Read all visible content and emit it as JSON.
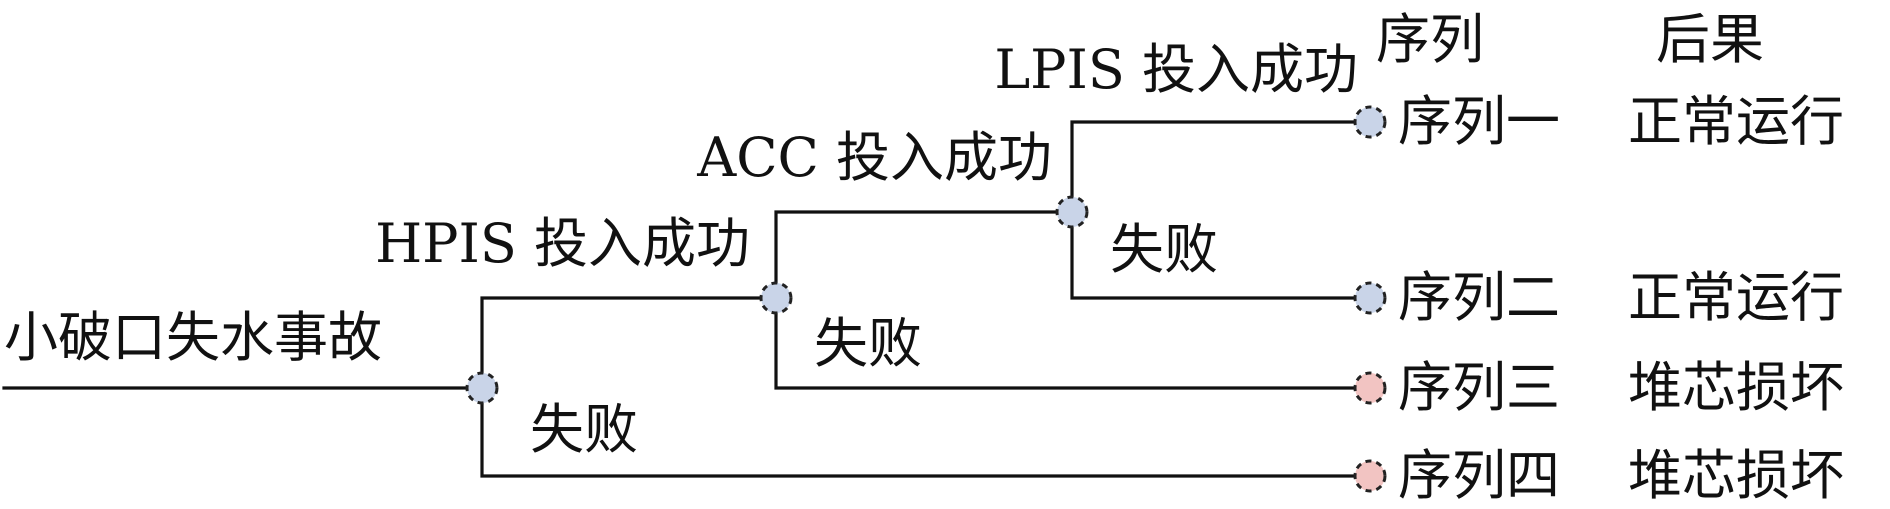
{
  "tree": {
    "initiating_event": "小破口失水事故",
    "column_headers": {
      "sequence": "序列",
      "outcome": "后果"
    },
    "branches": {
      "hpis_success": "HPIS 投入成功",
      "hpis_fail": "失败",
      "acc_success": "ACC 投入成功",
      "acc_fail": "失败",
      "lpis_success": "LPIS 投入成功",
      "lpis_fail": "失败"
    },
    "sequences": [
      {
        "name": "序列一",
        "outcome": "正常运行"
      },
      {
        "name": "序列二",
        "outcome": "正常运行"
      },
      {
        "name": "序列三",
        "outcome": "堆芯损坏"
      },
      {
        "name": "序列四",
        "outcome": "堆芯损坏"
      }
    ]
  },
  "colors": {
    "branch_node": "#c9d4e8",
    "ok_end": "#c9d4e8",
    "damage_end": "#f2c4c2",
    "line": "#111111"
  }
}
